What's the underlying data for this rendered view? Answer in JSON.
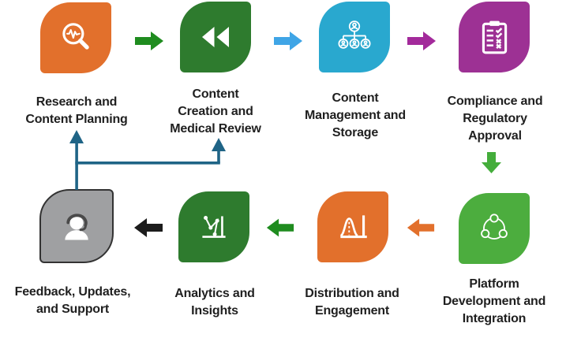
{
  "diagram": {
    "background": "#FFFFFF",
    "text_color": "#1F1F1F",
    "feedback_loop_color": "#1F6486"
  },
  "steps": [
    {
      "id": "research-planning",
      "label_lines": [
        "Research and",
        "Content Planning"
      ],
      "color": "#E2702C",
      "icon": "magnifier-pulse-icon"
    },
    {
      "id": "content-creation",
      "label_lines": [
        "Content",
        "Creation and",
        "Medical Review"
      ],
      "color": "#2E7B2E",
      "icon": "rewind-icon"
    },
    {
      "id": "content-management",
      "label_lines": [
        "Content",
        "Management and",
        "Storage"
      ],
      "color": "#29A8CF",
      "icon": "org-chart-icon"
    },
    {
      "id": "compliance-approval",
      "label_lines": [
        "Compliance and",
        "Regulatory",
        "Approval"
      ],
      "color": "#9D3194",
      "icon": "clipboard-checklist-icon"
    },
    {
      "id": "platform-development",
      "label_lines": [
        "Platform",
        "Development and",
        "Integration"
      ],
      "color": "#4CAD3E",
      "icon": "share-network-icon"
    },
    {
      "id": "distribution-engagement",
      "label_lines": [
        "Distribution and",
        "Engagement"
      ],
      "color": "#E2702C",
      "icon": "bell-curve-icon"
    },
    {
      "id": "analytics-insights",
      "label_lines": [
        "Analytics and",
        "Insights"
      ],
      "color": "#2E7B2E",
      "icon": "line-chart-icon"
    },
    {
      "id": "feedback-support",
      "label_lines": [
        "Feedback, Updates,",
        "and Support"
      ],
      "color": "#9FA0A2",
      "border_color": "#333333",
      "icon": "support-person-icon"
    }
  ],
  "arrows": [
    {
      "id": "research-to-creation",
      "direction": "right",
      "color": "#1F8C1F"
    },
    {
      "id": "creation-to-management",
      "direction": "right",
      "color": "#3FA5E6"
    },
    {
      "id": "management-to-compliance",
      "direction": "right",
      "color": "#A32A9B"
    },
    {
      "id": "compliance-to-platform",
      "direction": "down",
      "color": "#44AD3B"
    },
    {
      "id": "platform-to-distribution",
      "direction": "left",
      "color": "#E2702C"
    },
    {
      "id": "distribution-to-analytics",
      "direction": "left",
      "color": "#1F8C1F"
    },
    {
      "id": "analytics-to-feedback",
      "direction": "left",
      "color": "#1C1C1C"
    },
    {
      "id": "feedback-loop",
      "direction": "up",
      "color": "#1F6486"
    }
  ]
}
